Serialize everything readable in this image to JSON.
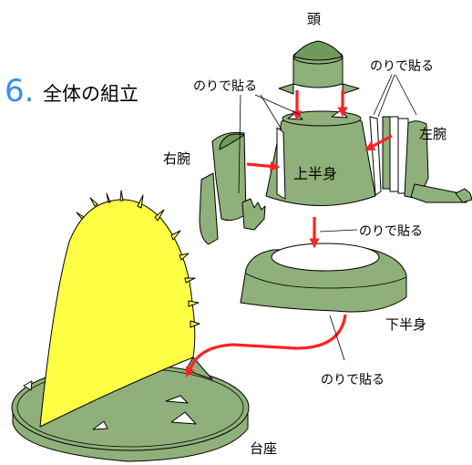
{
  "step": {
    "number": "6.",
    "title": "全体の組立"
  },
  "labels": {
    "head": "頭",
    "glue_head_left": "のりで貼る",
    "glue_head_right": "のりで貼る",
    "right_arm": "右腕",
    "left_arm": "左腕",
    "upper_body": "上半身",
    "glue_middle": "のりで貼る",
    "lower_body": "下半身",
    "glue_bottom": "のりで貼る",
    "base": "台座"
  },
  "colors": {
    "part_green": "#8fb07a",
    "part_green_dark": "#6f9a5a",
    "backdrop_yellow": "#ffff44",
    "arrow_red": "#ff2222",
    "step_number_blue": "#3a8ee8"
  }
}
